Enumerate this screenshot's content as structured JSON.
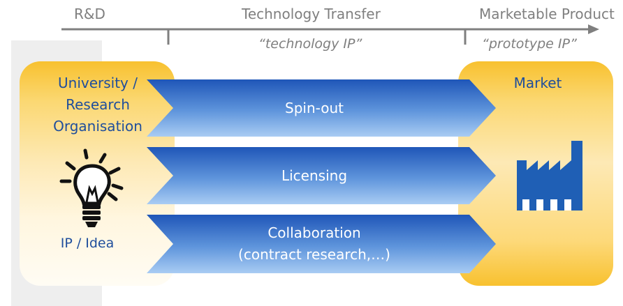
{
  "timeline": {
    "stages": [
      "R&D",
      "Technology Transfer",
      "Marketable Product"
    ],
    "ip_labels": [
      "“technology IP”",
      "“prototype IP”"
    ]
  },
  "university": {
    "title_lines": [
      "University /",
      "Research",
      "Organisation"
    ],
    "caption": "IP / Idea"
  },
  "market": {
    "title": "Market"
  },
  "routes": [
    {
      "label_lines": [
        "Spin-out"
      ]
    },
    {
      "label_lines": [
        "Licensing"
      ]
    },
    {
      "label_lines": [
        "Collaboration",
        "(contract research,…)"
      ]
    }
  ],
  "colors": {
    "accent_yellow": "#f8c12f",
    "arrow_dark": "#1f56b8",
    "arrow_light": "#a9ccf3",
    "text_blue": "#1f4e9c",
    "axis_gray": "#7f7f7f"
  },
  "icons": [
    "lightbulb-icon",
    "factory-icon"
  ]
}
